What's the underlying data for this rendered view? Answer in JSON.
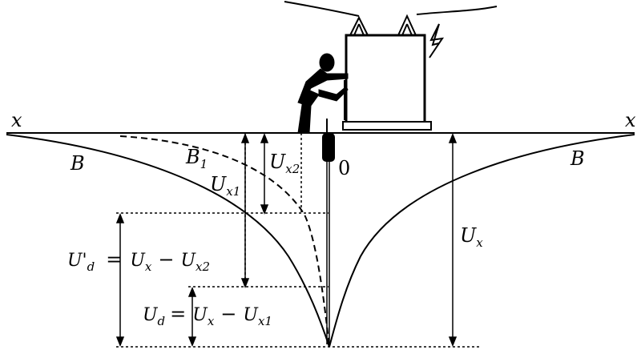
{
  "labels": {
    "x_left": "x",
    "x_right": "x",
    "b_left": "B",
    "b_right": "B",
    "b1": "B",
    "b1_sub": "1",
    "origin": "0",
    "ux1": "U",
    "ux1_sub": "x1",
    "ux2": "U",
    "ux2_sub": "x2",
    "ux_right": "U",
    "ux_right_sub": "x",
    "ud_prime": "U'",
    "ud_prime_sub": "d",
    "ud_prime_rhs_a": "U",
    "ud_prime_rhs_a_sub": "x",
    "ud_prime_rhs_b": "U",
    "ud_prime_rhs_b_sub": "x2",
    "ud": "U",
    "ud_sub": "d",
    "ud_rhs_a": "U",
    "ud_rhs_a_sub": "x",
    "ud_rhs_b": "U",
    "ud_rhs_b_sub": "x1",
    "equals": "=",
    "minus": "−"
  },
  "colors": {
    "ink": "#000000",
    "background": "#ffffff"
  },
  "figures": {
    "person": "person-touching-equipment",
    "equipment": "transformer-with-insulators",
    "fault": "lightning-fault-symbol",
    "ground_electrode": "ground-electrode"
  }
}
